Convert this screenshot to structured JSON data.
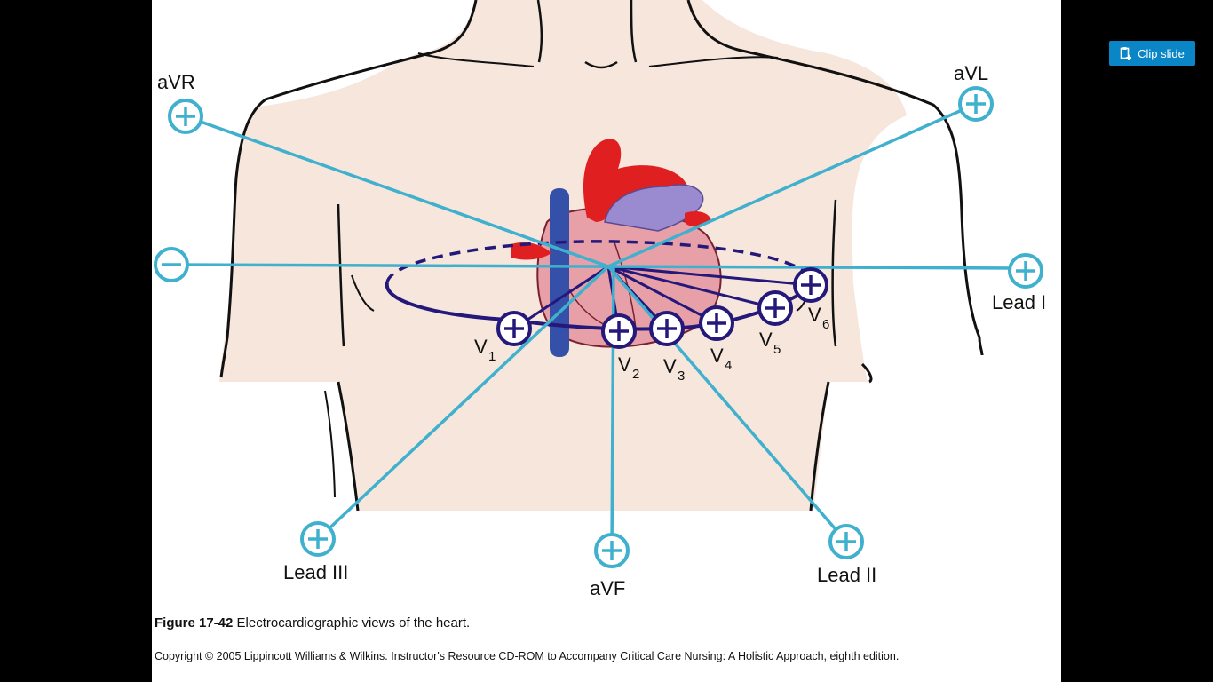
{
  "toolbar": {
    "clip_label": "Clip slide",
    "clip_icon": "clipboard-add-icon"
  },
  "diagram": {
    "leads": {
      "avr": "aVR",
      "avl": "aVL",
      "lead_i": "Lead I",
      "lead_ii": "Lead II",
      "lead_iii": "Lead III",
      "avf": "aVF"
    },
    "precordial": [
      {
        "main": "V",
        "sub": "1"
      },
      {
        "main": "V",
        "sub": "2"
      },
      {
        "main": "V",
        "sub": "3"
      },
      {
        "main": "V",
        "sub": "4"
      },
      {
        "main": "V",
        "sub": "5"
      },
      {
        "main": "V",
        "sub": "6"
      }
    ],
    "colors": {
      "limb_lead": "#3fb0cd",
      "chest_lead": "#24187a",
      "skin": "#f6e6dc",
      "artery": "#e02020",
      "vein": "#3550a8"
    }
  },
  "caption": {
    "figure_label": "Figure 17-42",
    "figure_text": "Electrocardiographic views of the heart."
  },
  "copyright": "Copyright © 2005 Lippincott Williams & Wilkins.  Instructor's Resource CD-ROM to Accompany Critical Care Nursing: A Holistic Approach, eighth edition."
}
